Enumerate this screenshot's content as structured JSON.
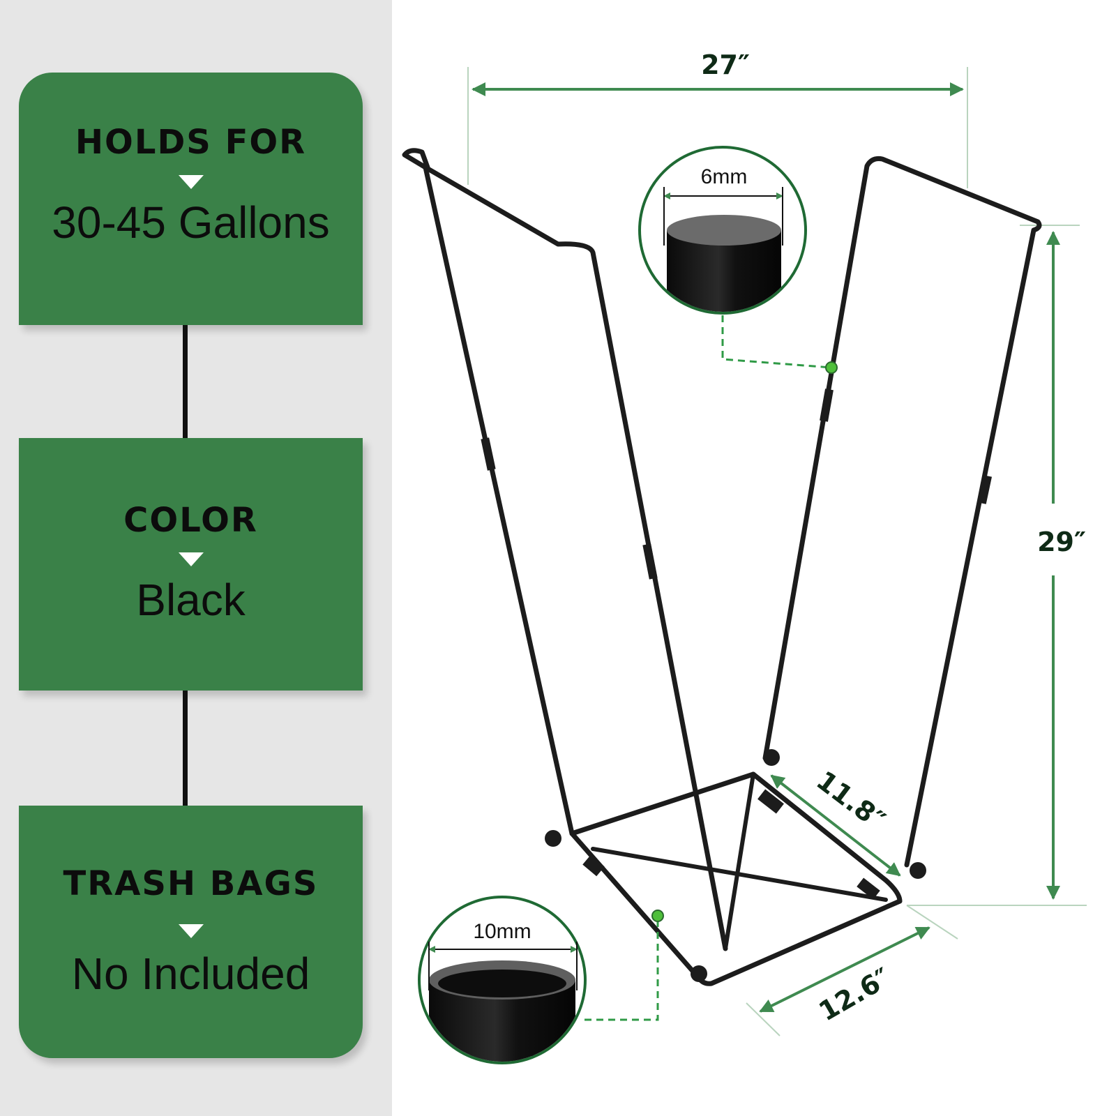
{
  "specs": [
    {
      "heading": "HOLDS FOR",
      "value": "30-45 Gallons"
    },
    {
      "heading": "COLOR",
      "value": "Black"
    },
    {
      "heading": "TRASH BAGS",
      "value": "No Included"
    }
  ],
  "dimensions": {
    "width": "27″",
    "height": "29″",
    "depth": "11.8″",
    "base_width": "12.6″"
  },
  "details": {
    "rod_diameter": "6mm",
    "foot_diameter": "10mm"
  },
  "colors": {
    "card_green": "#3a8148",
    "dimension_green": "#3f8a50",
    "frame_black": "#1c1c1c",
    "panel_gray": "#e6e6e6"
  }
}
